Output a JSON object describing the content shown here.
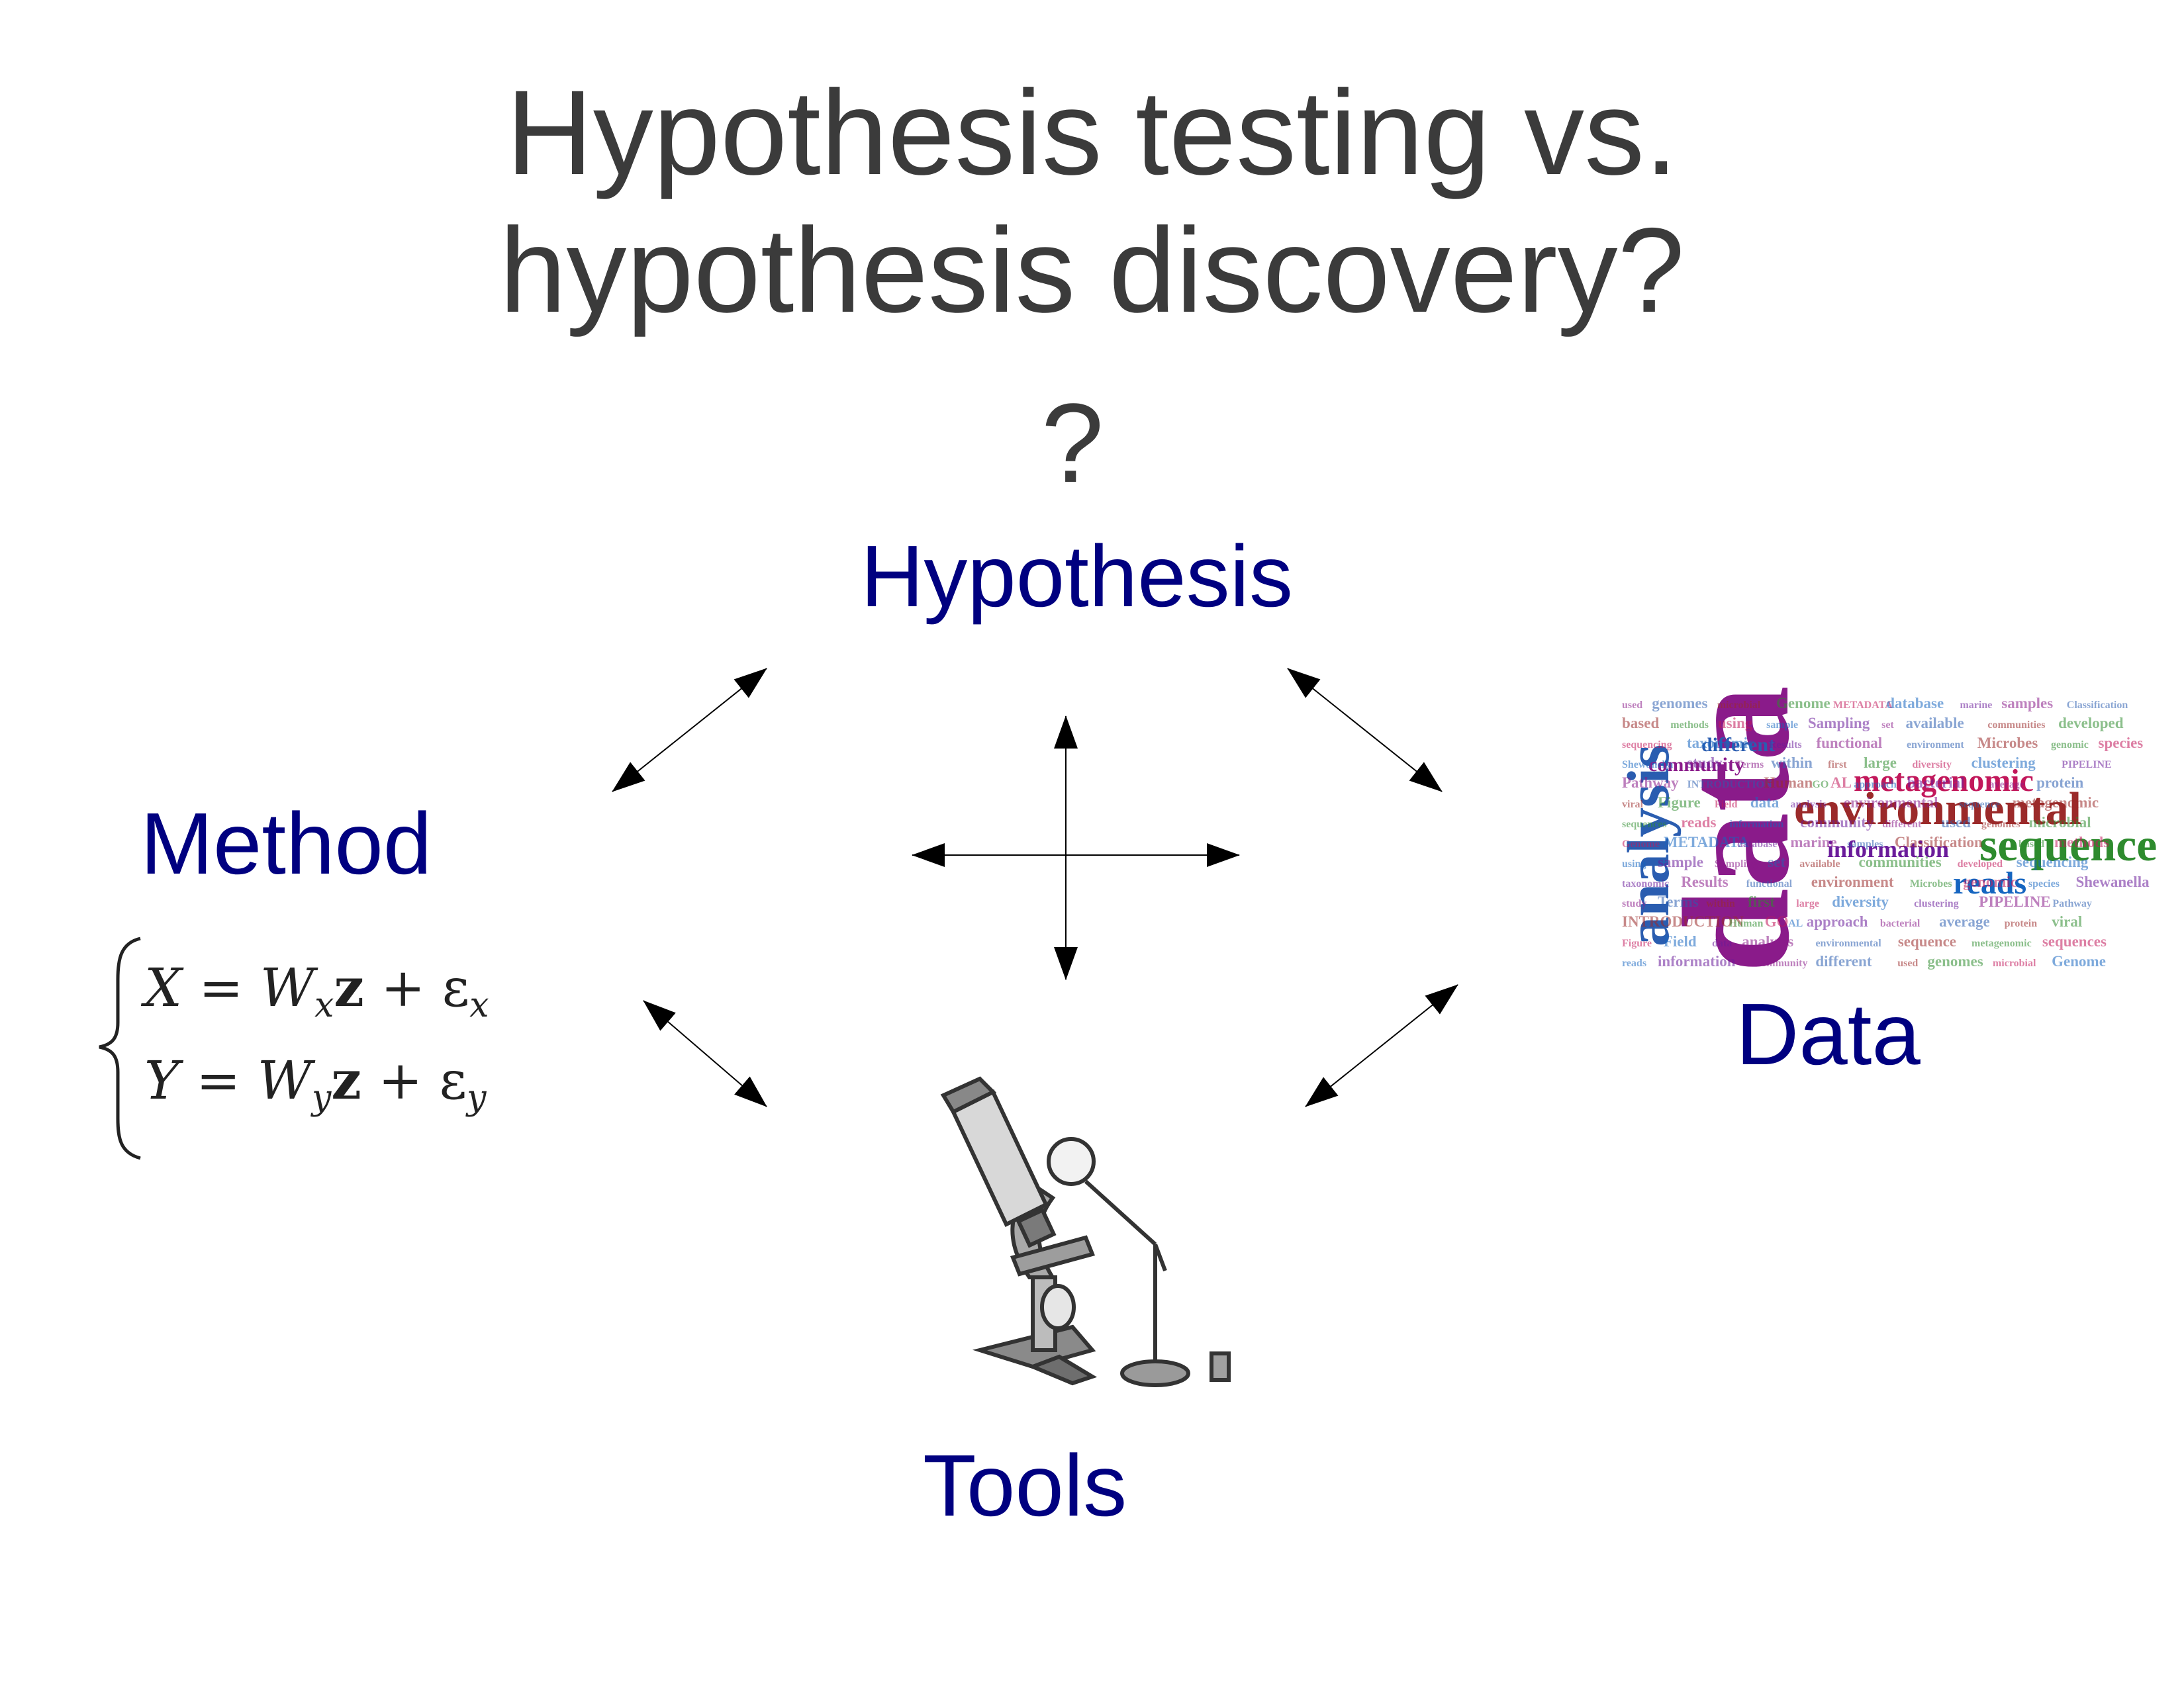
{
  "title": {
    "line1": "Hypothesis testing vs.",
    "line2": "hypothesis discovery?"
  },
  "question_mark": "?",
  "nodes": {
    "hypothesis": "Hypothesis",
    "method": "Method",
    "data": "Data",
    "tools": "Tools"
  },
  "equations": {
    "eq1": {
      "lhs": "X",
      "w": "W",
      "w_sub": "x",
      "z": "z",
      "eps_sub": "x"
    },
    "eq2": {
      "lhs": "Y",
      "w": "W",
      "w_sub": "y",
      "z": "z",
      "eps_sub": "y"
    }
  },
  "word_cloud": {
    "words": [
      "data",
      "analysis",
      "environmental",
      "sequence",
      "metagenomic",
      "sequences",
      "reads",
      "information",
      "community",
      "different",
      "used",
      "genomes",
      "microbial",
      "Genome",
      "METADATA",
      "database",
      "marine",
      "samples",
      "Classification",
      "based",
      "methods",
      "using",
      "sample",
      "Sampling",
      "set",
      "available",
      "communities",
      "developed",
      "sequencing",
      "taxonomic",
      "Results",
      "functional",
      "environment",
      "Microbes",
      "genomic",
      "species",
      "Shewanella",
      "study",
      "Terms",
      "within",
      "first",
      "large",
      "diversity",
      "clustering",
      "PIPELINE",
      "Pathway",
      "INTRODUCTION",
      "Human",
      "GO",
      "AL",
      "approach",
      "bacterial",
      "average",
      "protein",
      "viral",
      "Figure",
      "Field"
    ],
    "colors": [
      "#8a1b8a",
      "#2a5db0",
      "#9b2a2a",
      "#2e8b2e",
      "#c2185b",
      "#1565c0",
      "#6a1b9a"
    ]
  },
  "icons": {
    "microscope": "microscope-icon",
    "magnifier": "magnifier-on-stand-icon"
  }
}
